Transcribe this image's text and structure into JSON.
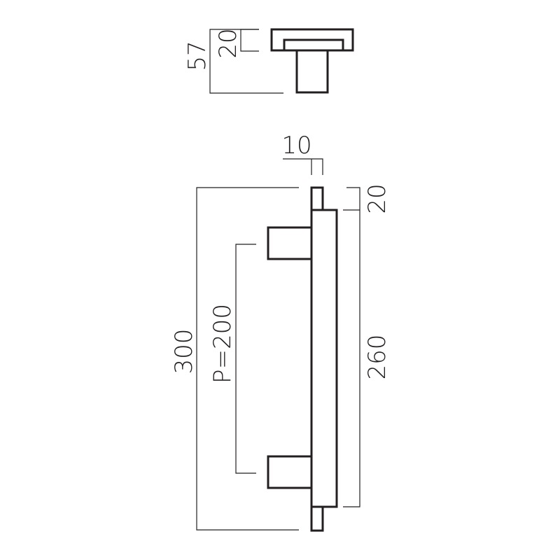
{
  "top_view": {
    "dim_total_label": "57",
    "dim_plate_label": "20"
  },
  "side_view": {
    "dim_thickness_label": "10",
    "dim_end_label": "20",
    "dim_overall_label": "300",
    "dim_pitch_label": "P=200",
    "dim_bar_label": "260"
  },
  "colors": {
    "line": "#231f20",
    "background": "#ffffff"
  }
}
